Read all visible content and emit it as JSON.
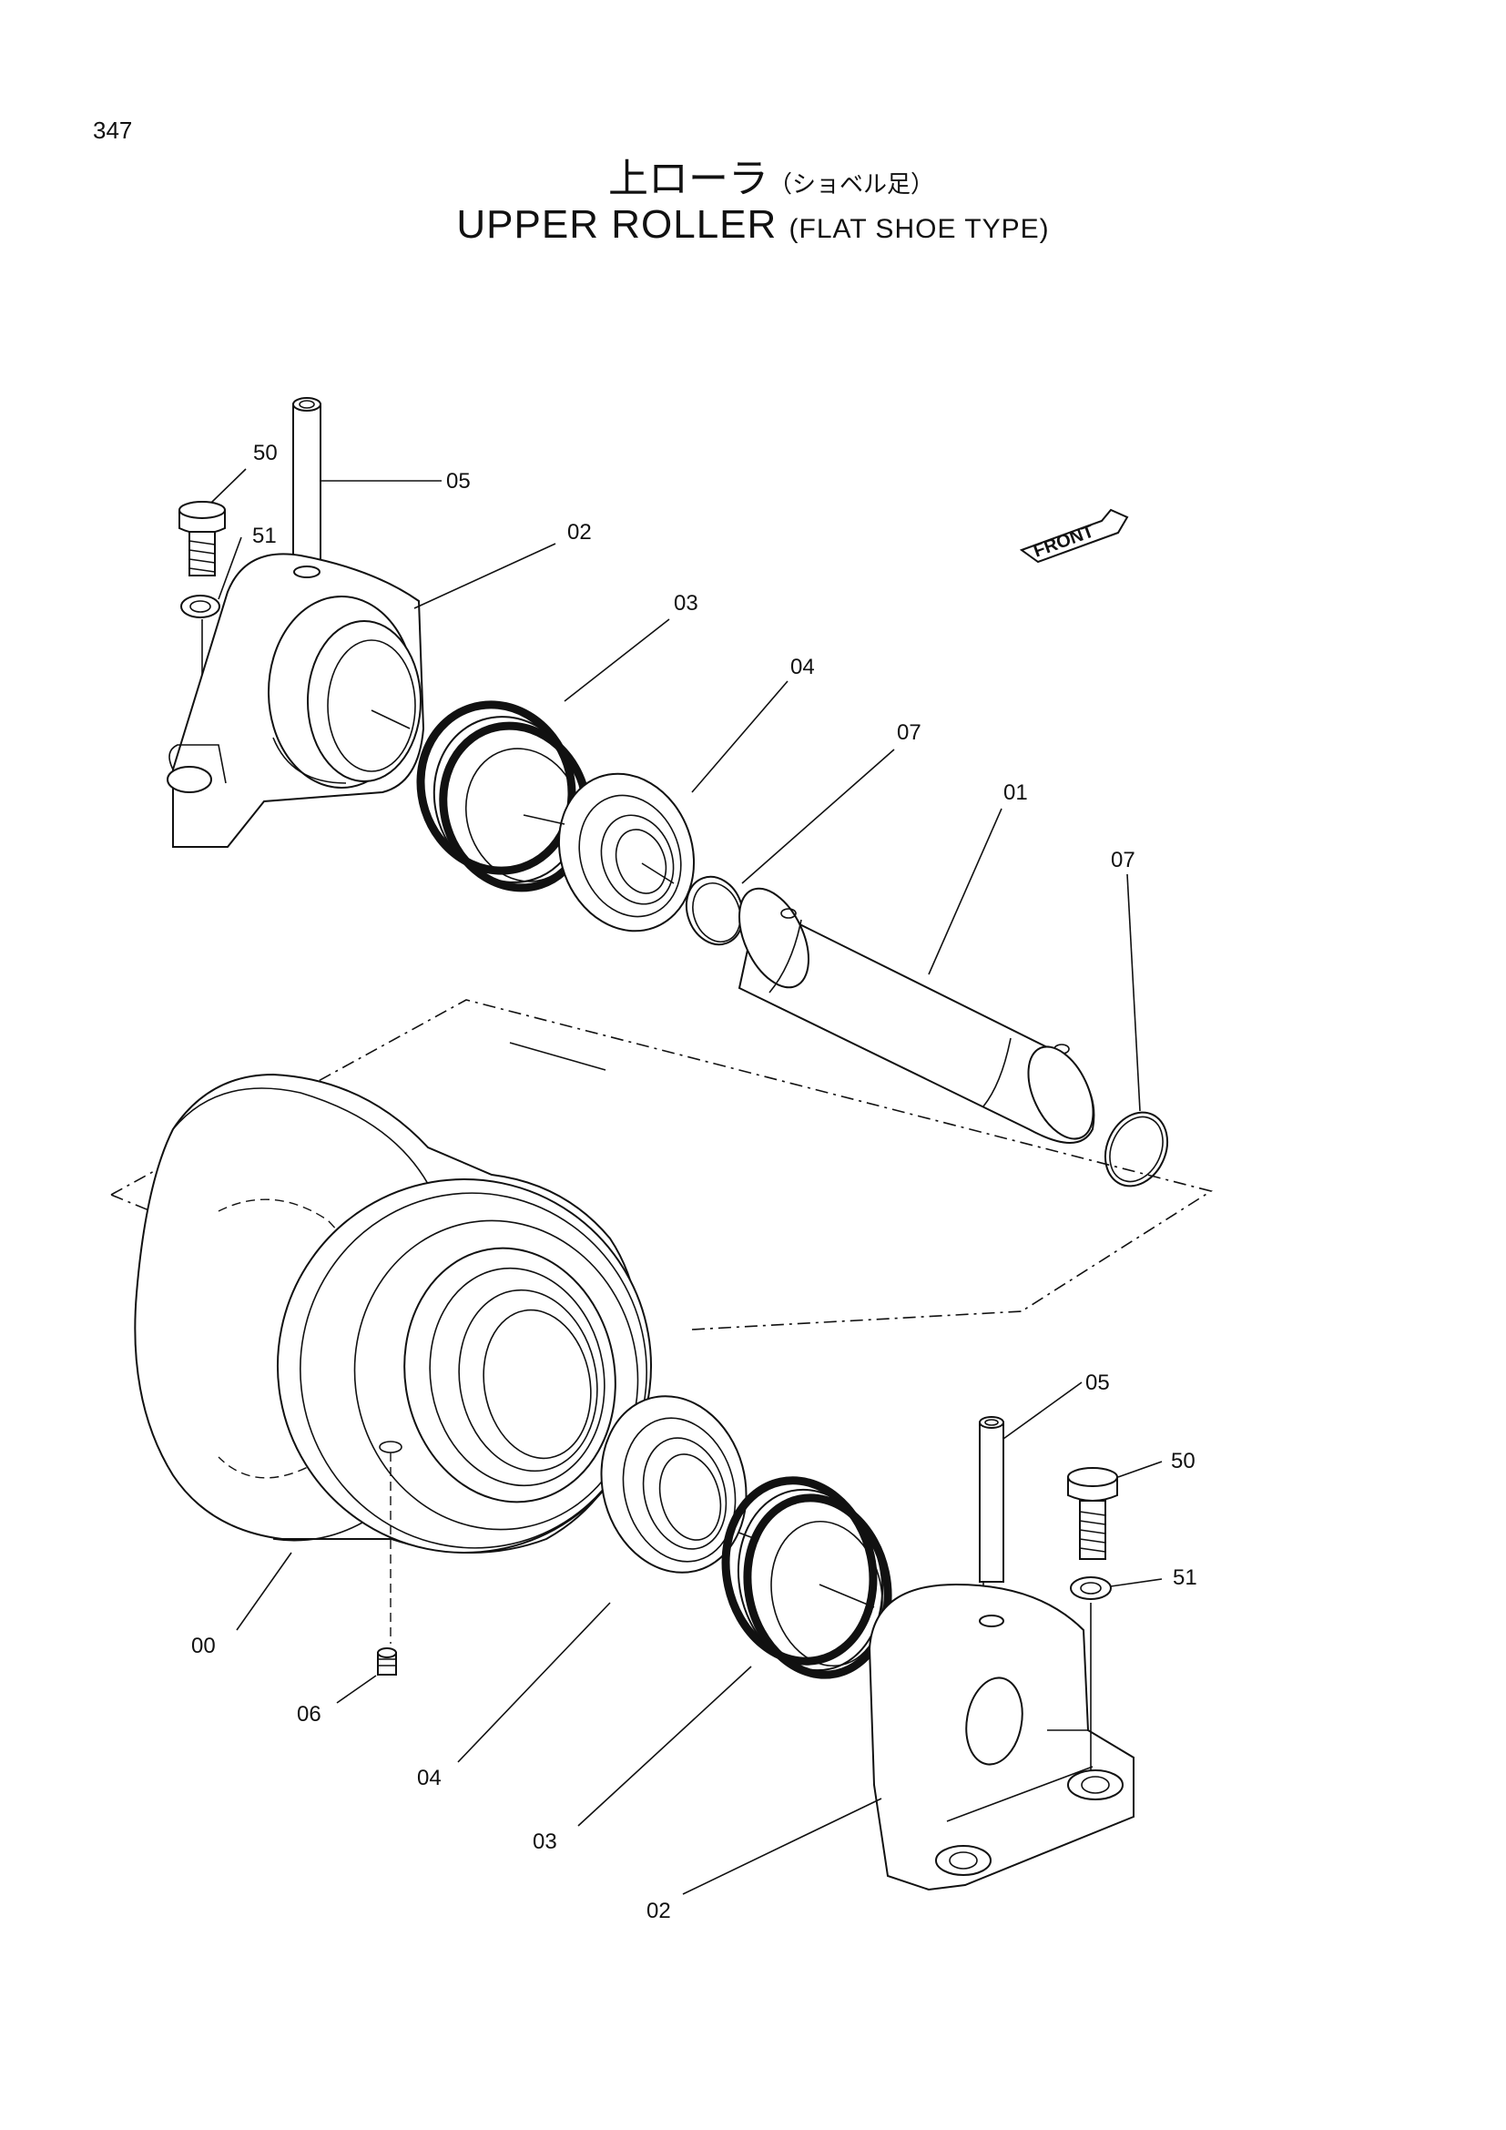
{
  "page": {
    "number": "347"
  },
  "title": {
    "jp_main": "上ローラ",
    "jp_sub": "（ショベル足）",
    "en_main": "UPPER ROLLER",
    "en_sub": "(FLAT SHOE TYPE)"
  },
  "front_marker": "FRONT",
  "callouts": {
    "top_bolt": "50",
    "top_washer": "51",
    "top_pin": "05",
    "top_bracket": "02",
    "top_seal": "03",
    "top_bearing": "04",
    "top_ring": "07",
    "shaft": "01",
    "right_ring": "07",
    "roller": "00",
    "plug": "06",
    "bottom_bearing": "04",
    "bottom_seal": "03",
    "bottom_bracket": "02",
    "bottom_pin": "05",
    "bottom_bolt": "50",
    "bottom_washer": "51"
  }
}
